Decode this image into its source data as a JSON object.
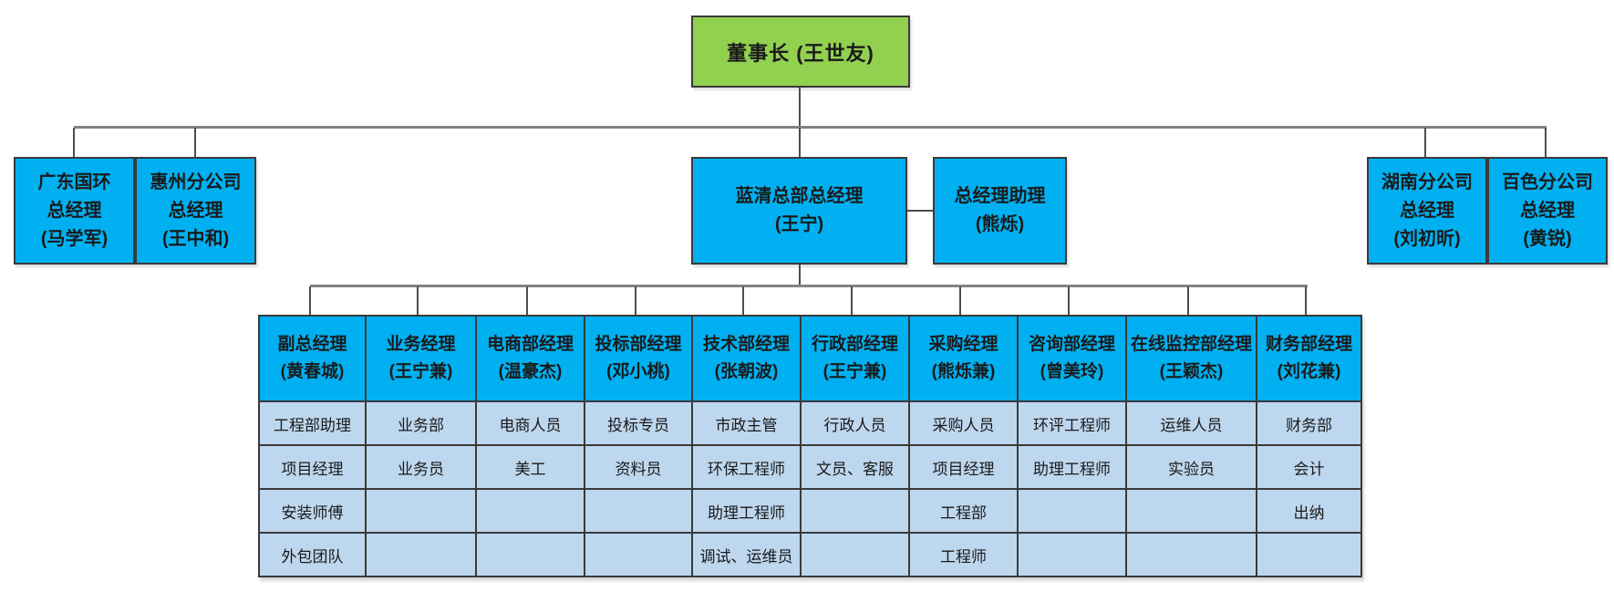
{
  "palette": {
    "chairman_green": "#92D050",
    "box_cyan": "#00B0F0",
    "cell_light_blue": "#BDD7EE",
    "rail_gray": "#838383",
    "border_dark": "#3A3A3A",
    "text": "#1A1A1A"
  },
  "chairman": {
    "label": "董事长 (王世友)"
  },
  "branches": [
    {
      "lines": [
        "广东国环",
        "总经理",
        "(马学军)"
      ]
    },
    {
      "lines": [
        "惠州分公司",
        "总经理",
        "(王中和)"
      ]
    },
    {
      "lines": [
        "蓝清总部总经理",
        "(王宁)"
      ]
    },
    {
      "lines": [
        "总经理助理",
        "(熊烁)"
      ]
    },
    {
      "lines": [
        "湖南分公司",
        "总经理",
        "(刘初昕)"
      ]
    },
    {
      "lines": [
        "百色分公司",
        "总经理",
        "(黄锐)"
      ]
    }
  ],
  "departments": [
    {
      "title": "副总经理",
      "person": "(黄春城)",
      "staff": [
        "工程部助理",
        "项目经理",
        "安装师傅",
        "外包团队"
      ]
    },
    {
      "title": "业务经理",
      "person": "(王宁兼)",
      "staff": [
        "业务部",
        "业务员",
        "",
        ""
      ]
    },
    {
      "title": "电商部经理",
      "person": "(温豪杰)",
      "staff": [
        "电商人员",
        "美工",
        "",
        ""
      ]
    },
    {
      "title": "投标部经理",
      "person": "(邓小桃)",
      "staff": [
        "投标专员",
        "资料员",
        "",
        ""
      ]
    },
    {
      "title": "技术部经理",
      "person": "(张朝波)",
      "staff": [
        "市政主管",
        "环保工程师",
        "助理工程师",
        "调试、运维员"
      ]
    },
    {
      "title": "行政部经理",
      "person": "(王宁兼)",
      "staff": [
        "行政人员",
        "文员、客服",
        "",
        ""
      ]
    },
    {
      "title": "采购经理",
      "person": "(熊烁兼)",
      "staff": [
        "采购人员",
        "项目经理",
        "工程部",
        "工程师"
      ]
    },
    {
      "title": "咨询部经理",
      "person": "(曾美玲)",
      "staff": [
        "环评工程师",
        "助理工程师",
        "",
        ""
      ]
    },
    {
      "title": "在线监控部经理",
      "person": "(王颖杰)",
      "staff": [
        "运维人员",
        "实验员",
        "",
        ""
      ]
    },
    {
      "title": "财务部经理",
      "person": "(刘花兼)",
      "staff": [
        "财务部",
        "会计",
        "出纳",
        ""
      ]
    }
  ]
}
